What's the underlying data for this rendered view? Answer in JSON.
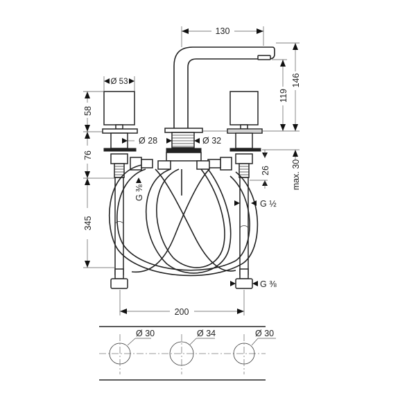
{
  "drawing": {
    "subject": "Three-hole basin mixer with spout and two handles",
    "line_color": "#222222",
    "background": "#ffffff"
  },
  "dimensions": {
    "spout_reach": "130",
    "spout_total_height": "146",
    "spout_outlet_height": "119",
    "handle_diameter": "Ø 53",
    "handle_height": "58",
    "body_height": "76",
    "hose_length": "345",
    "handle_shank_diameter": "Ø 28",
    "spout_shank_diameter": "Ø 32",
    "thread_depth": "26",
    "max_deck_thickness": "max. 30",
    "inlet_thread_left": "G ⅜",
    "hose_thread_right": "G ½",
    "outlet_thread_right": "G ⅜",
    "handle_spacing": "200"
  },
  "hole_pattern": {
    "holes": [
      {
        "label": "Ø 30"
      },
      {
        "label": "Ø 34"
      },
      {
        "label": "Ø 30"
      }
    ]
  }
}
